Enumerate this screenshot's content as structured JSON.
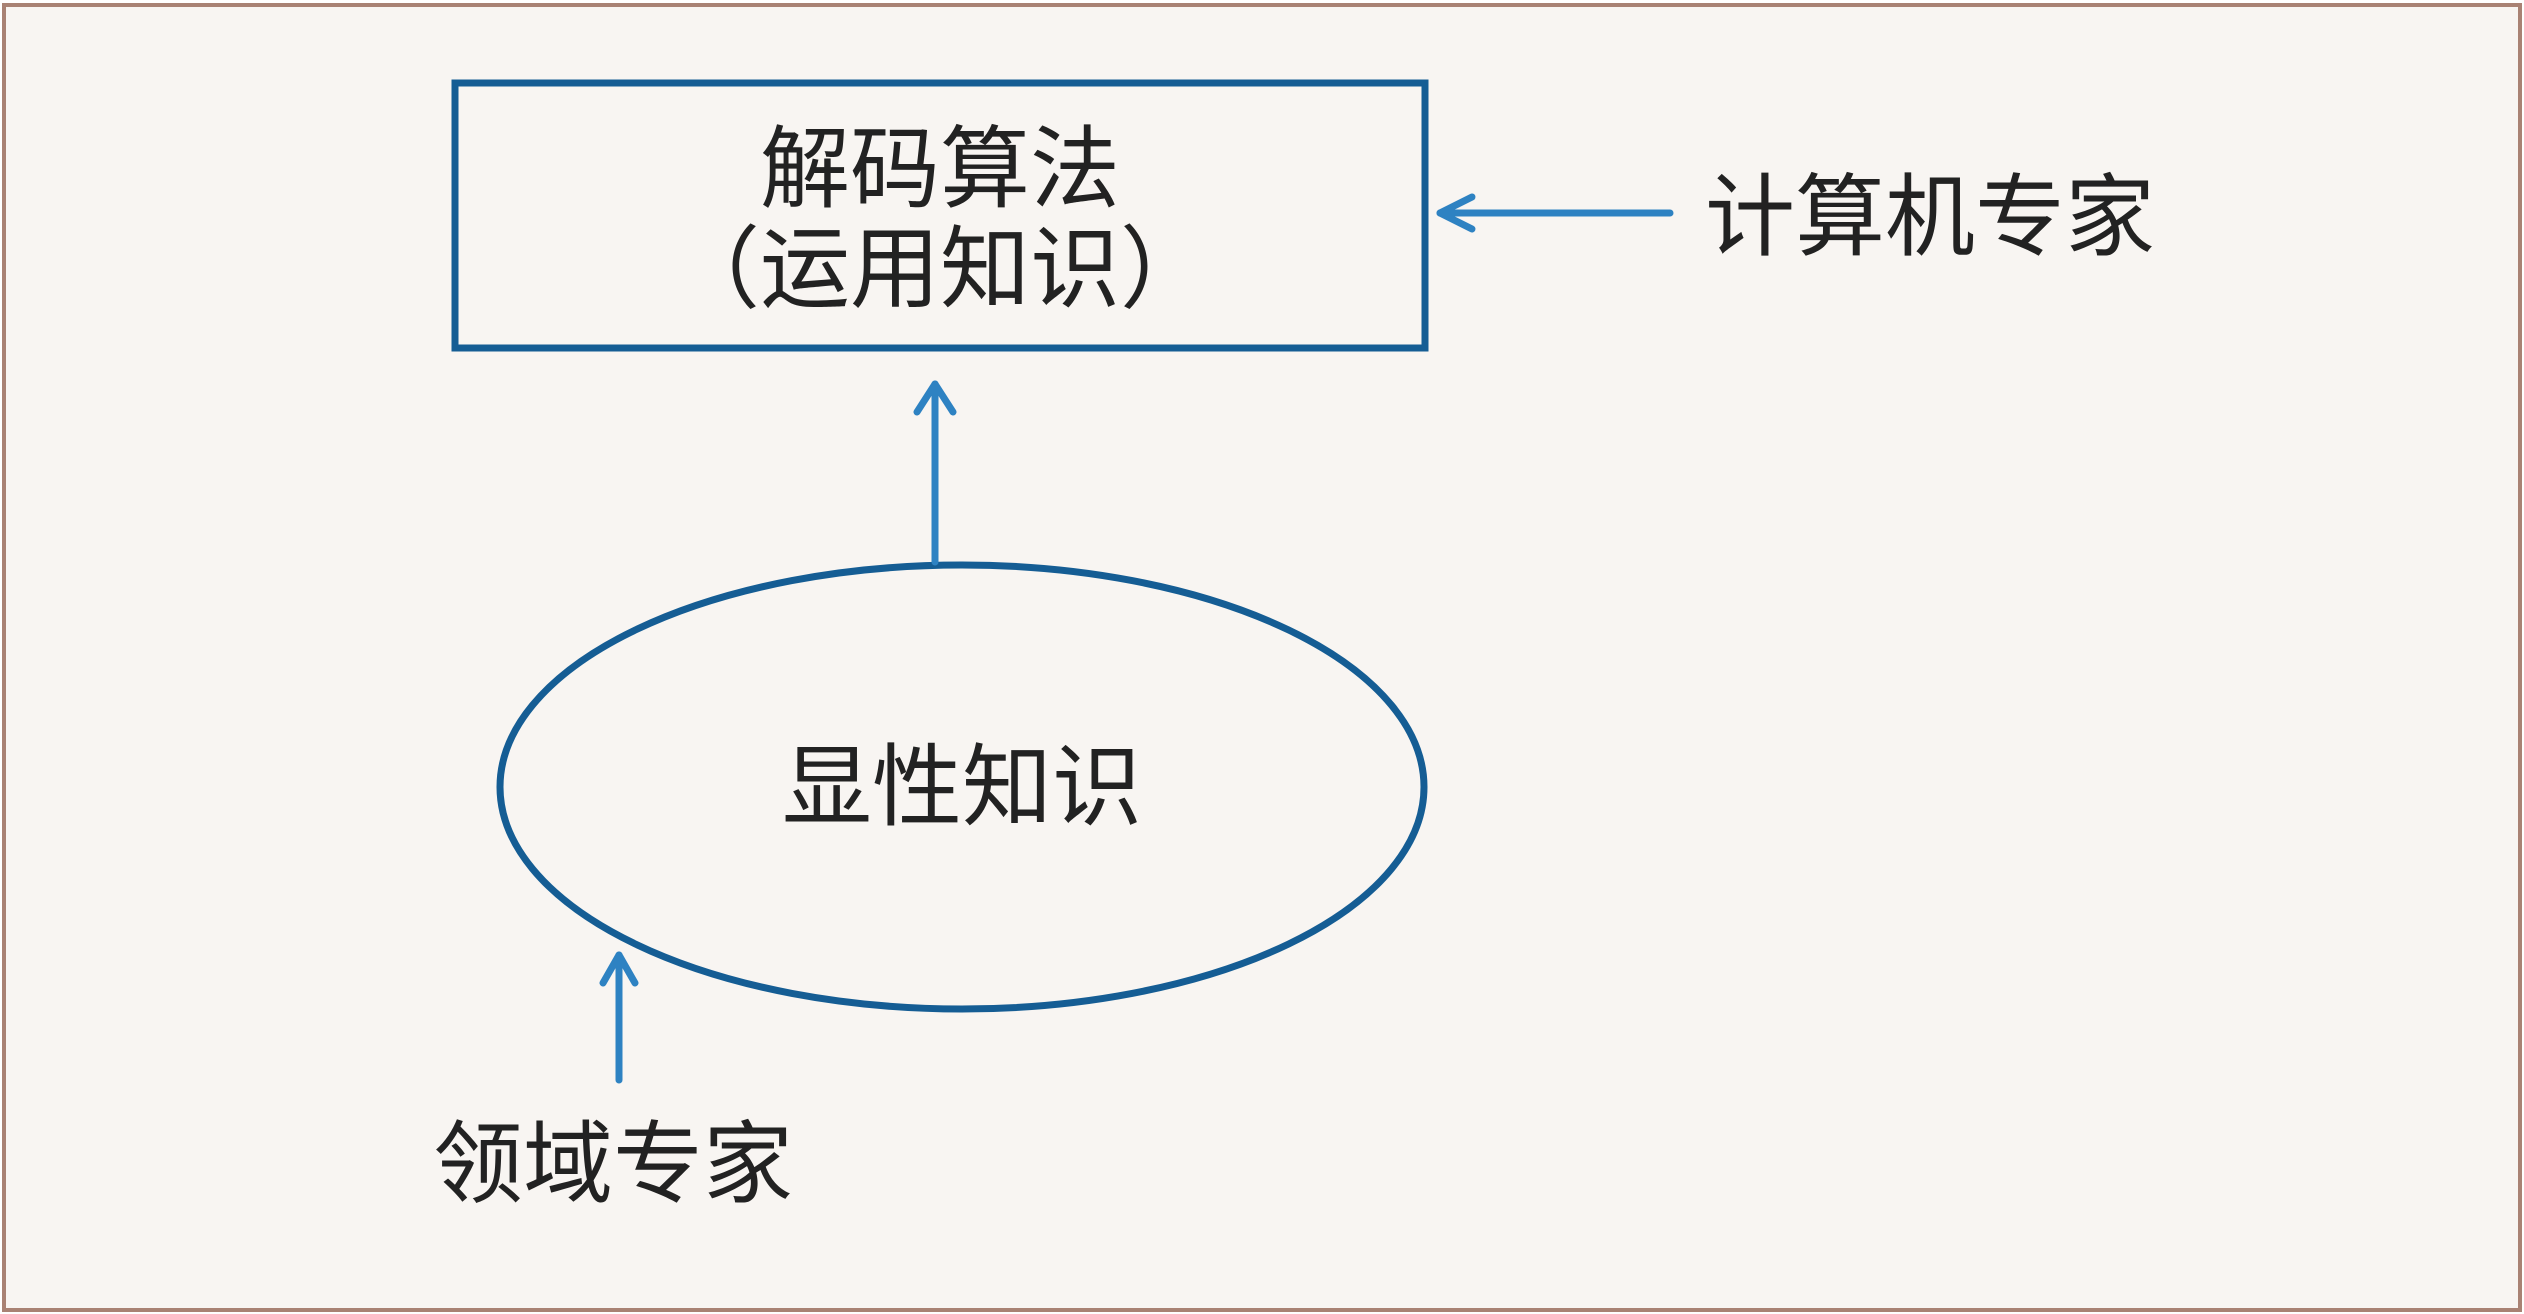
{
  "nodes": {
    "algorithm_box": {
      "line1": "解码算法",
      "line2": "（运用知识）"
    },
    "knowledge_ellipse": {
      "label": "显性知识"
    }
  },
  "actors": {
    "computer_expert": "计算机专家",
    "domain_expert": "领域专家"
  },
  "colors": {
    "background": "#f8f5f2",
    "frame_border": "#a98274",
    "shape_stroke": "#155d94",
    "arrow": "#2e82c2",
    "text": "#222222"
  }
}
